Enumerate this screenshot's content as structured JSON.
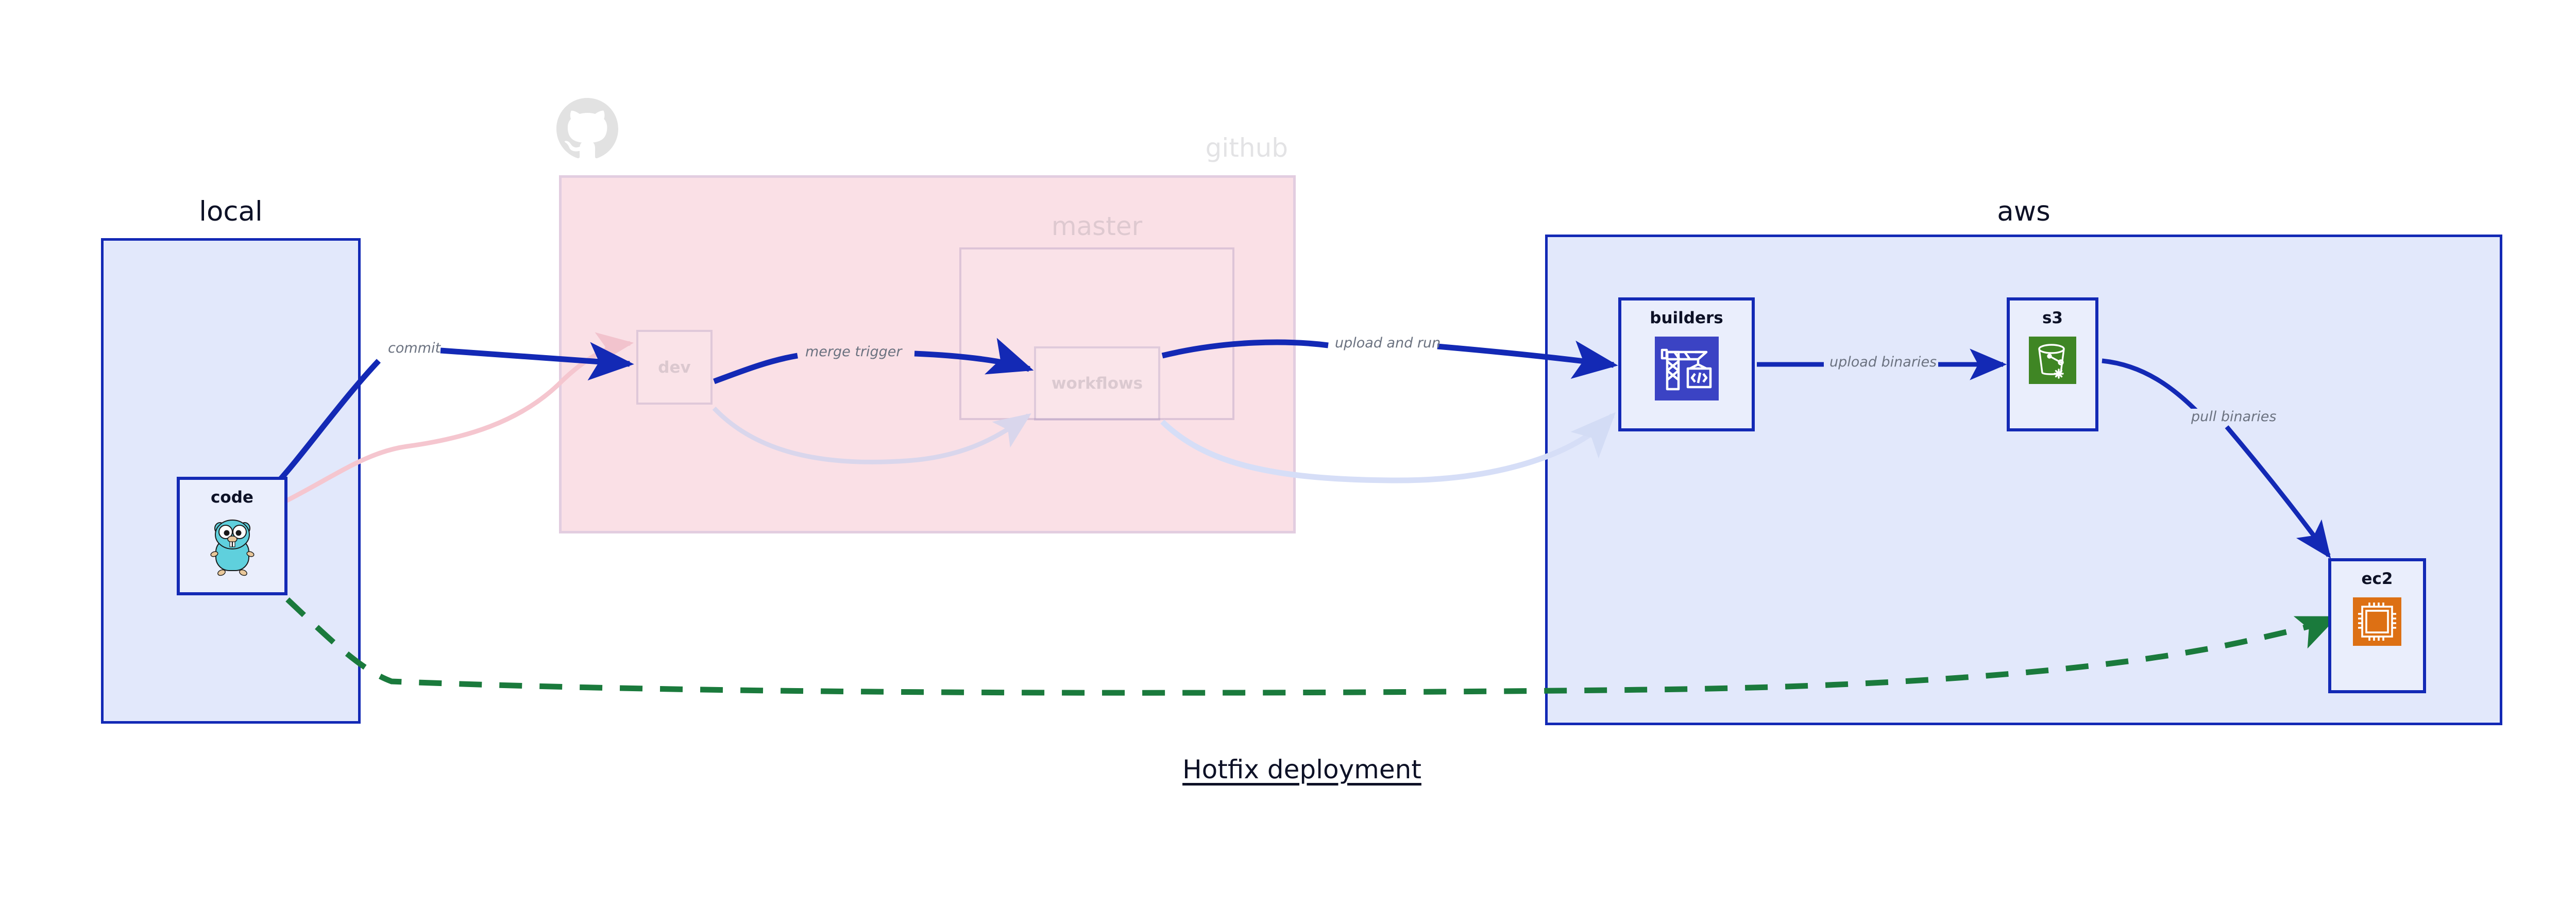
{
  "diagram": {
    "title": "Hotfix deployment",
    "type": "deployment-flow"
  },
  "groups": [
    {
      "id": "local",
      "label": "local",
      "fill": "#e2e8fb",
      "stroke": "#1329b5",
      "faded": false
    },
    {
      "id": "github",
      "label": "github",
      "fill": "#fae0e6",
      "stroke": "#f3d3da",
      "faded": true
    },
    {
      "id": "master",
      "label": "master",
      "fill": "transparent",
      "stroke": "#d9d2e6",
      "faded": true
    },
    {
      "id": "aws",
      "label": "aws",
      "fill": "#e2e8fb",
      "stroke": "#1329b5",
      "faded": false
    }
  ],
  "nodes": [
    {
      "id": "code",
      "label": "code",
      "icon": "go-gopher-icon",
      "group": "local",
      "faded": false
    },
    {
      "id": "dev",
      "label": "dev",
      "icon": "none",
      "group": "github",
      "faded": true
    },
    {
      "id": "workflows",
      "label": "workflows",
      "icon": "none",
      "group": "master",
      "faded": true
    },
    {
      "id": "builders",
      "label": "builders",
      "icon": "aws-codebuild-icon",
      "group": "aws",
      "faded": false
    },
    {
      "id": "s3",
      "label": "s3",
      "icon": "aws-s3-icon",
      "group": "aws",
      "faded": false
    },
    {
      "id": "ec2",
      "label": "ec2",
      "icon": "aws-ec2-icon",
      "group": "aws",
      "faded": false
    }
  ],
  "edges": [
    {
      "id": "e1",
      "from": "code",
      "to": "dev",
      "label": "commit",
      "style": "solid",
      "color": "#1329b5",
      "faded": false
    },
    {
      "id": "e2",
      "from": "dev",
      "to": "workflows",
      "label": "merge trigger",
      "style": "solid",
      "color": "#1329b5",
      "faded": false
    },
    {
      "id": "e3",
      "from": "workflows",
      "to": "builders",
      "label": "upload and run",
      "style": "solid",
      "color": "#1329b5",
      "faded": false
    },
    {
      "id": "e4",
      "from": "builders",
      "to": "s3",
      "label": "upload binaries",
      "style": "solid",
      "color": "#1329b5",
      "faded": false
    },
    {
      "id": "e5",
      "from": "s3",
      "to": "ec2",
      "label": "pull binaries",
      "style": "solid",
      "color": "#1329b5",
      "faded": false
    },
    {
      "id": "e6",
      "from": "code",
      "to": "ec2",
      "label": "",
      "style": "dashed",
      "color": "#1a7a3c",
      "faded": false
    },
    {
      "id": "e7",
      "from": "code",
      "to": "dev",
      "label": "",
      "style": "solid",
      "color": "#f5c6cf",
      "faded": true
    },
    {
      "id": "e8",
      "from": "dev",
      "to": "workflows",
      "label": "",
      "style": "solid",
      "color": "#d9d8ee",
      "faded": true
    },
    {
      "id": "e9",
      "from": "workflows",
      "to": "builders",
      "label": "",
      "style": "solid",
      "color": "#d6def7",
      "faded": true
    }
  ],
  "colors": {
    "blue_stroke": "#1329b5",
    "blue_fill": "#e2e8fb",
    "node_fill": "#eaeefc",
    "pink_fill": "#fae0e6",
    "green_dashed": "#1a7a3c",
    "label_text": "#6b7280",
    "title_text": "#0d1126",
    "codebuild_bg": "#3b43c4",
    "s3_bg": "#3f8624",
    "ec2_bg": "#dd7014",
    "octocat": "#e2e2e2"
  },
  "icons": {
    "octocat": "github-octocat-icon",
    "gopher": "go-gopher-icon",
    "codebuild": "aws-codebuild-crane-icon",
    "s3": "aws-s3-bucket-icon",
    "ec2": "aws-ec2-cpu-icon"
  }
}
